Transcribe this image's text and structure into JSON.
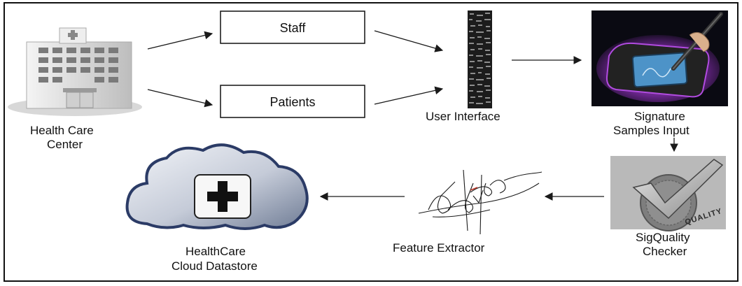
{
  "nodes": {
    "health_center": {
      "label_line1": "Health Care",
      "label_line2": "Center"
    },
    "staff": {
      "label": "Staff"
    },
    "patients": {
      "label": "Patients"
    },
    "user_interface": {
      "label": "User Interface"
    },
    "signature_input": {
      "label_line1": "Signature",
      "label_line2": "Samples Input"
    },
    "sigquality": {
      "label_line1": "SigQuality",
      "label_line2": "Checker",
      "stamp_text": "QUALITY"
    },
    "feature_extractor": {
      "label": "Feature Extractor"
    },
    "cloud_datastore": {
      "label_line1": "HealthCare",
      "label_line2": "Cloud Datastore"
    }
  },
  "colors": {
    "border": "#111111",
    "arrow": "#1a1a1a",
    "cloud_light": "#f2f4f8",
    "cloud_dark": "#6f7c95",
    "cloud_outline": "#2b3b66",
    "building_light": "#e8e8e8",
    "building_dark": "#9a9a9a",
    "window": "#7a7a7a",
    "pad_bg": "#0a0a12",
    "pad_glow": "#b14be0",
    "screen": "#4d93c8",
    "check": "#555555"
  }
}
